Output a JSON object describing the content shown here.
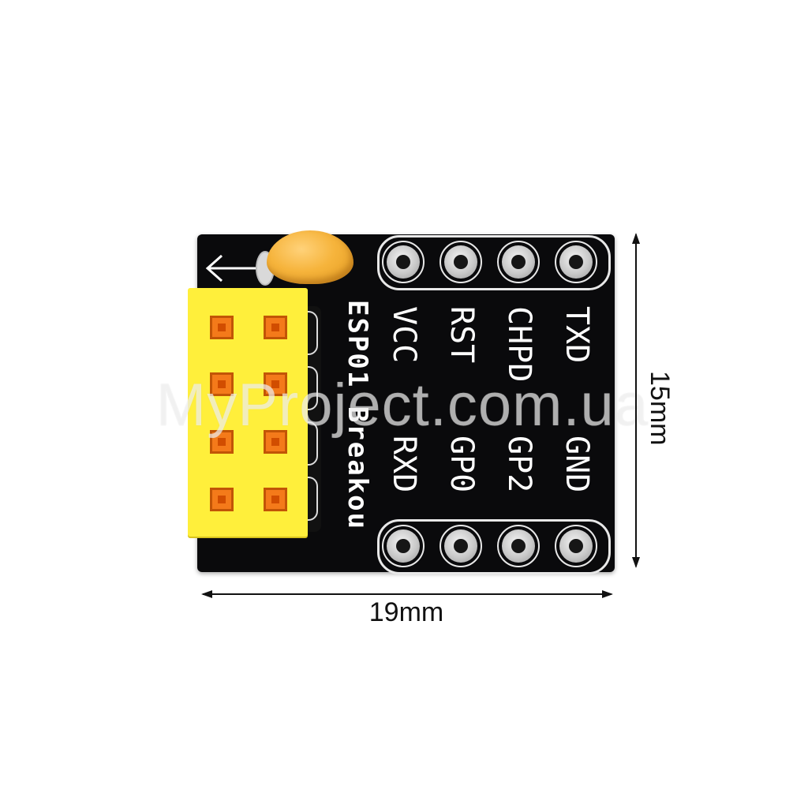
{
  "board": {
    "silkscreen_title": "ESP01 Breakou",
    "top_row_pins": [
      "VCC",
      "RST",
      "CHPD",
      "TXD"
    ],
    "bottom_row_pins": [
      "RXD",
      "GP0",
      "GP2",
      "GND"
    ]
  },
  "dimensions": {
    "width_label": "19mm",
    "height_label": "15mm"
  },
  "watermark": "MyProject.com.ua",
  "colors": {
    "pcb": "#0a0a0c",
    "socket": "#ffef3b",
    "socket_contact": "#f47a1a",
    "capacitor": "#f6b43c"
  }
}
